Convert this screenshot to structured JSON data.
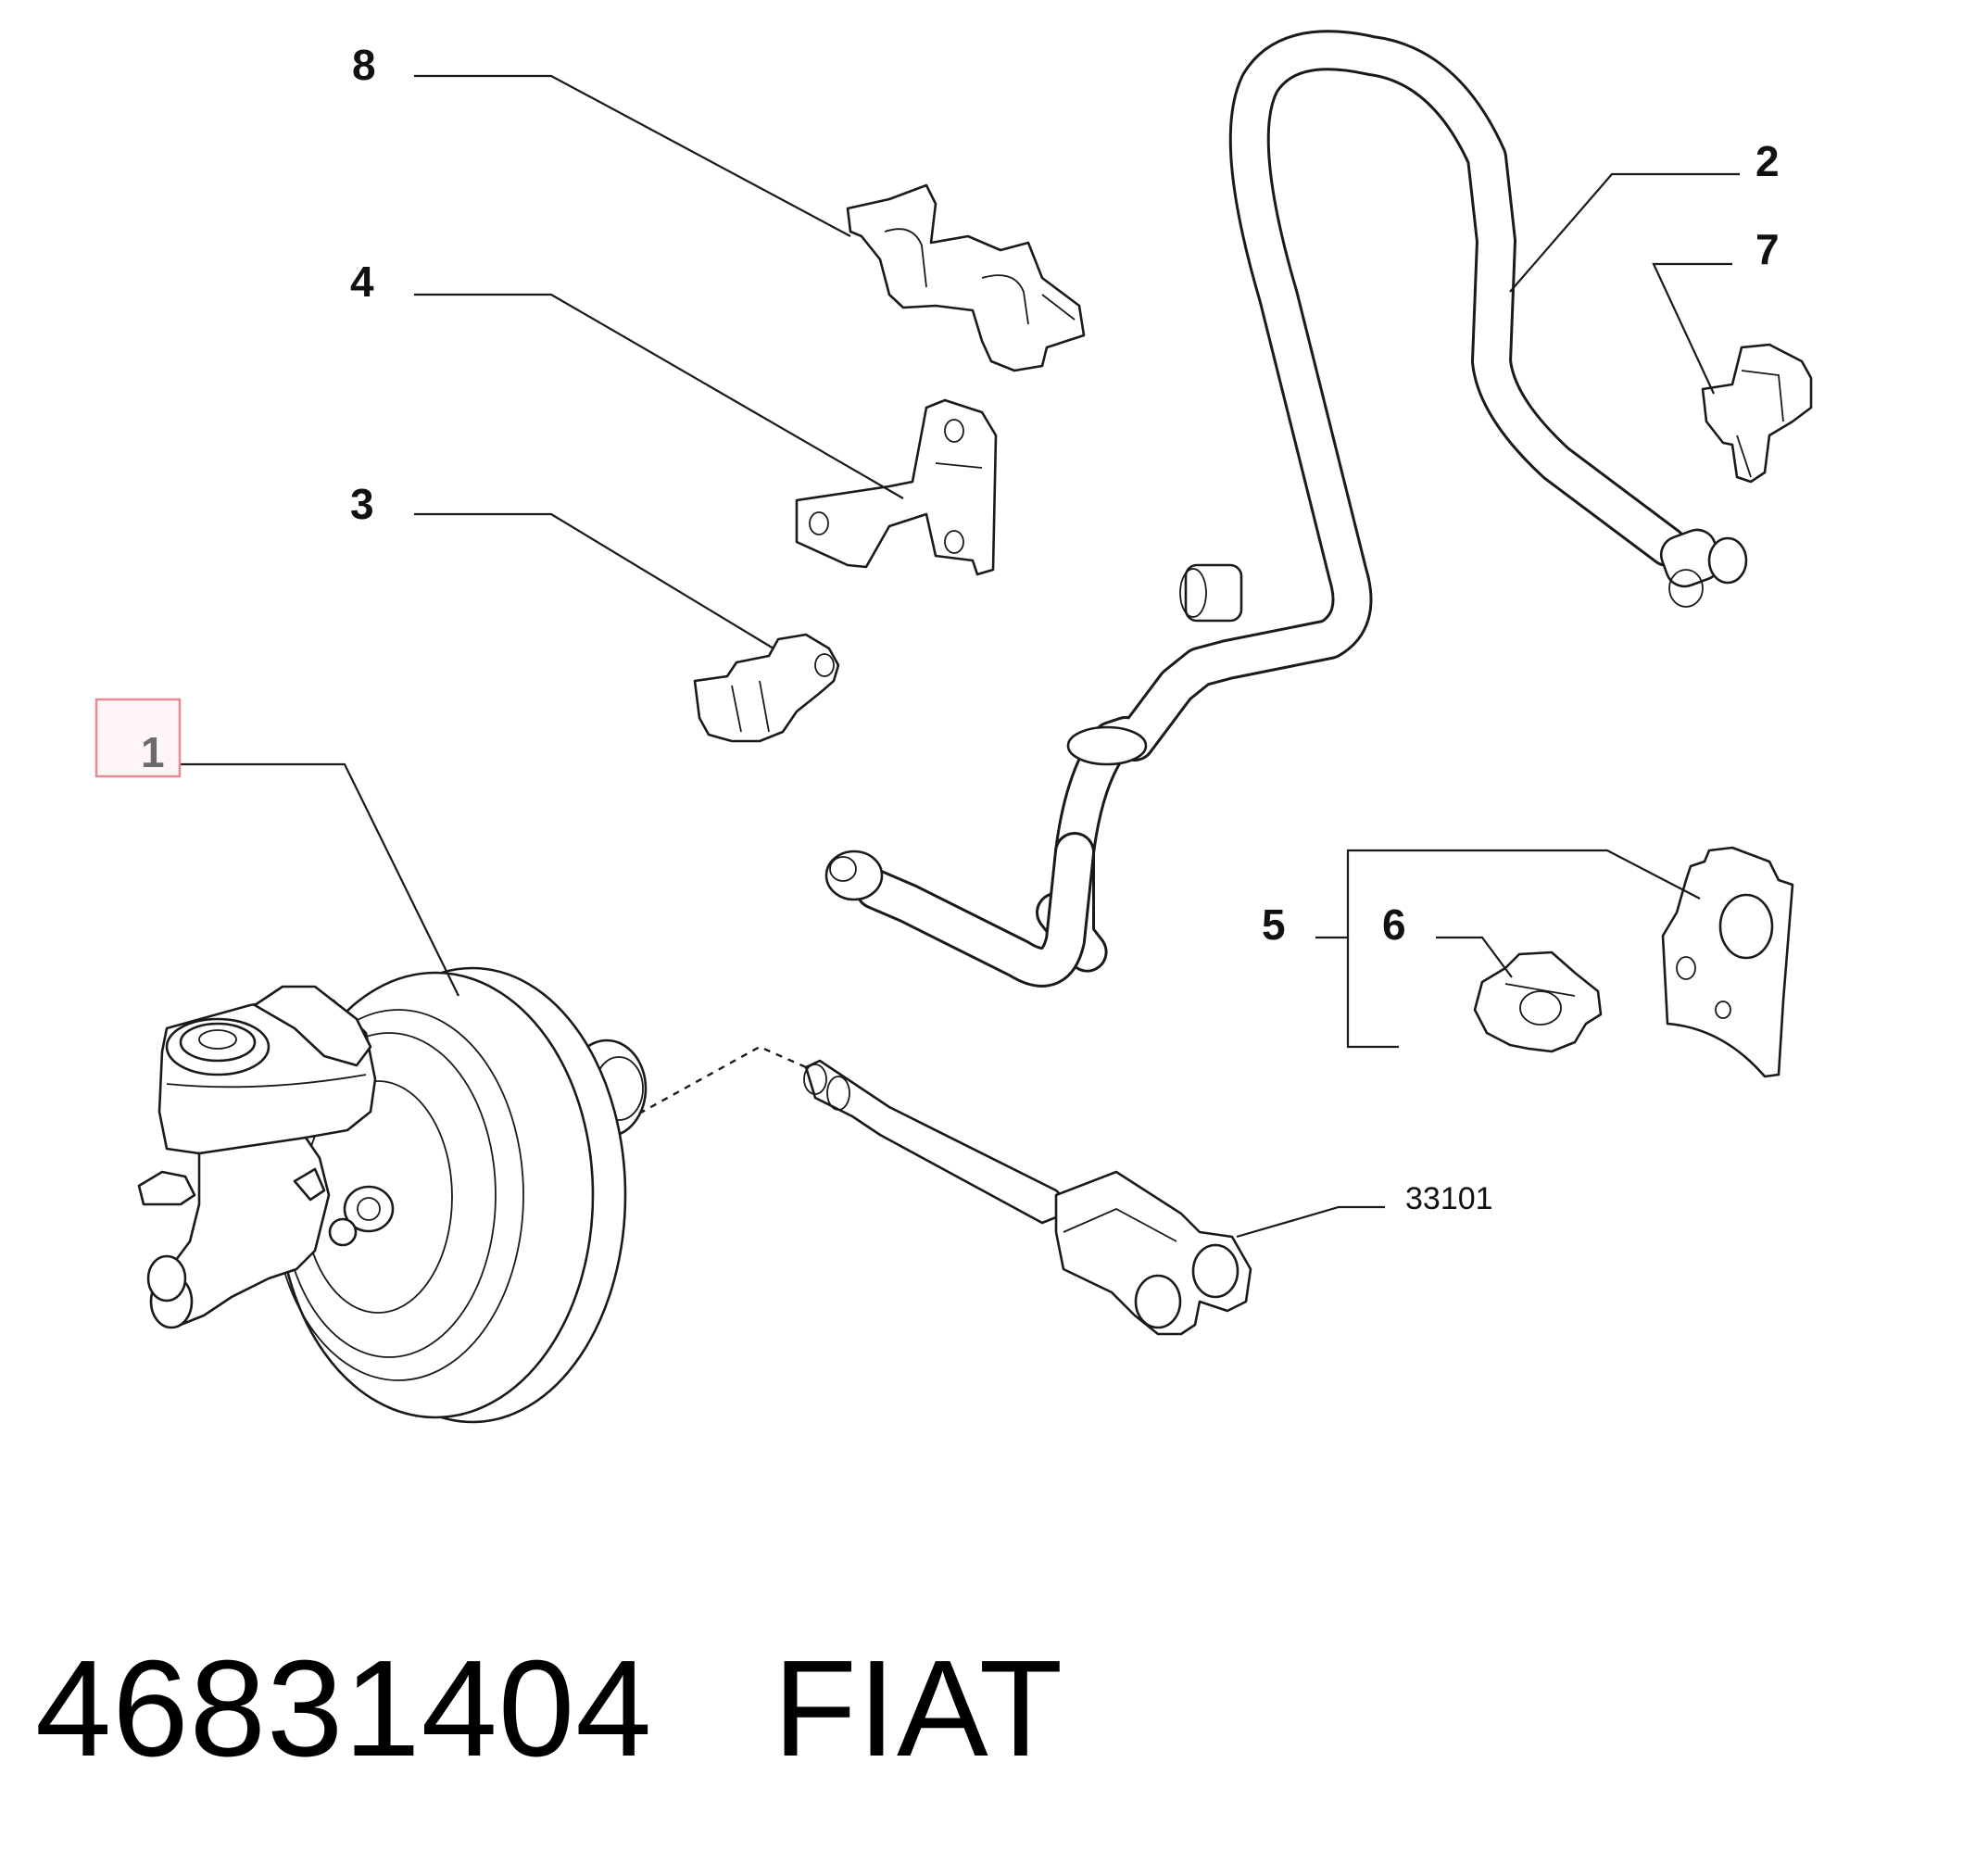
{
  "diagram": {
    "callouts": {
      "c1": "1",
      "c2": "2",
      "c3": "3",
      "c4": "4",
      "c5": "5",
      "c6": "6",
      "c7": "7",
      "c8": "8",
      "ref": "33101"
    },
    "highlight_color": "#e88a96"
  },
  "caption": {
    "part_number": "46831404",
    "brand": "FIAT"
  }
}
